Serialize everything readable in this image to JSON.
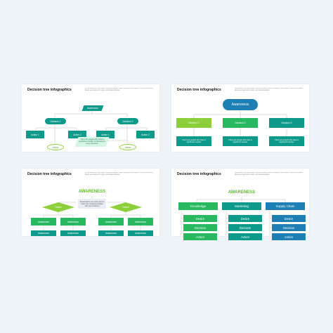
{
  "slides": [
    {
      "title": "Decision tree infographics",
      "desc": "Presentation are tools used to present research data, strategies, and ideas. These presentation slides are designed to make your ideas standout.",
      "root": "Awareness",
      "decisions": [
        "Decision 1",
        "Decision 2"
      ],
      "actions": [
        "Action 1",
        "Action 2",
        "Action 1",
        "Action 2"
      ],
      "outcomes": [
        "Action",
        "Action"
      ],
      "note": "There are people who have a significant number of followers in every business."
    },
    {
      "title": "Decision tree infographics",
      "desc": "Presentation are tools used to present research data, strategies, and ideas. These presentation slides are designed to make your ideas standout.",
      "root": "Awareness",
      "decisions": [
        "Decision 1",
        "Decision 2",
        "Decision 3"
      ],
      "notes": [
        "There are people who have a significant number",
        "There are people who have a significant number",
        "There are people who have a significant number"
      ]
    },
    {
      "title": "Decision tree infographics",
      "desc": "Presentation are tools used to present research data, strategies, and ideas. These presentation slides are designed to make your ideas standout.",
      "root": "AWARENESS",
      "note": "Presentations are tools used to share the marketing insights with your audience",
      "diamonds": [
        "Desire",
        "Desire"
      ],
      "row1": [
        "Awareness",
        "Awareness",
        "Awareness",
        "Awareness"
      ],
      "row2": [
        "Awareness",
        "Awareness",
        "Awareness",
        "Awareness"
      ]
    },
    {
      "title": "Decision tree infographics",
      "desc": "Presentation are tools used to present research data, strategies, and ideas. These presentation slides are designed to make your ideas standout.",
      "root": "AWARENESS",
      "columns": [
        {
          "head": "Knowledge",
          "items": [
            "Desire",
            "Decision",
            "Action"
          ]
        },
        {
          "head": "Marketing",
          "items": [
            "Desire",
            "Decision",
            "Action"
          ]
        },
        {
          "head": "Supply Chain",
          "items": [
            "Desire",
            "Decision",
            "Action"
          ]
        }
      ]
    }
  ],
  "colors": {
    "teal": "#0e9a8b",
    "green": "#27b860",
    "lime": "#8ccf3a",
    "blue": "#1e7fb4",
    "background": "#eef3f8"
  }
}
